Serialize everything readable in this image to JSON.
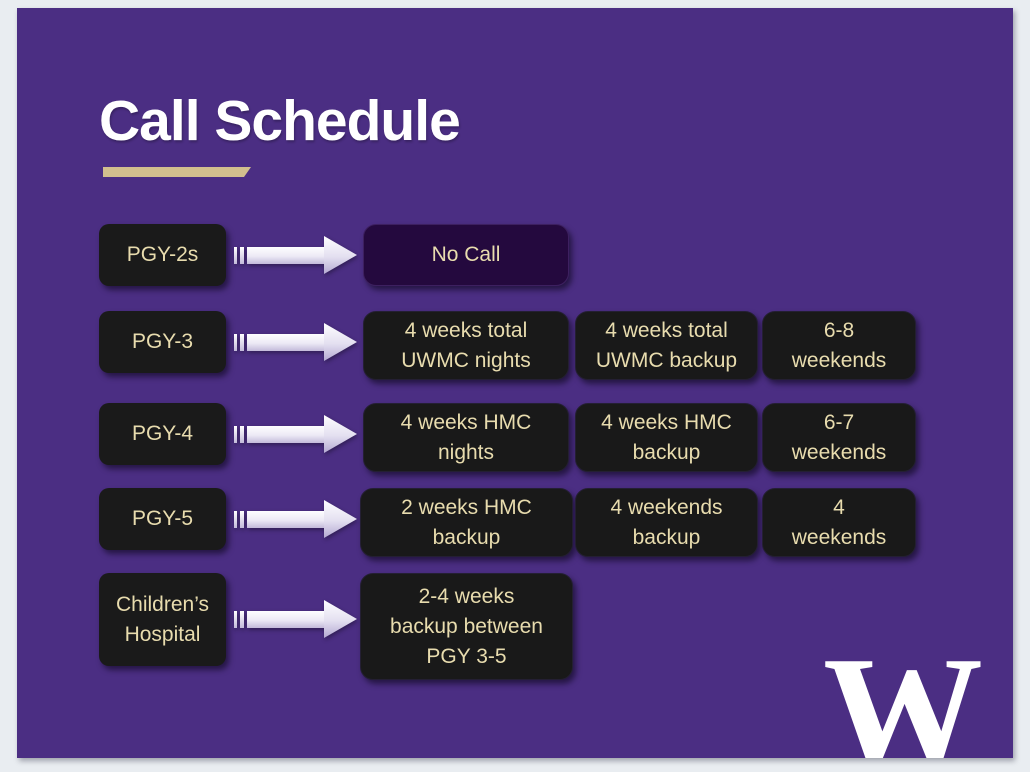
{
  "page": {
    "background": "#e9edf1"
  },
  "slide": {
    "title": "Call Schedule",
    "colors": {
      "slide_bg": "#4b2e83",
      "label_box_bg": "#1a1a1a",
      "item_box_bg": "#191919",
      "no_call_box_bg": "#24093e",
      "text_cream": "#e8dcae",
      "title_white": "#ffffff",
      "underline_gold": "#d2bf8e",
      "arrow_light": "#ffffff",
      "arrow_lavender": "#c3bada"
    },
    "rows": [
      {
        "label": "PGY-2s",
        "items": [
          {
            "text": "No Call"
          }
        ]
      },
      {
        "label": "PGY-3",
        "items": [
          {
            "text": "4 weeks total\nUWMC nights"
          },
          {
            "text": "4 weeks total\nUWMC backup"
          },
          {
            "text": "6-8\nweekends"
          }
        ]
      },
      {
        "label": "PGY-4",
        "items": [
          {
            "text": "4 weeks HMC\nnights"
          },
          {
            "text": "4 weeks HMC\nbackup"
          },
          {
            "text": "6-7\nweekends"
          }
        ]
      },
      {
        "label": "PGY-5",
        "items": [
          {
            "text": "2 weeks HMC\nbackup"
          },
          {
            "text": "4 weekends\nbackup"
          },
          {
            "text": "4\nweekends"
          }
        ]
      },
      {
        "label": "Children’s\nHospital",
        "items": [
          {
            "text": "2-4 weeks\nbackup between\nPGY 3-5"
          }
        ]
      }
    ],
    "logo": "W"
  }
}
